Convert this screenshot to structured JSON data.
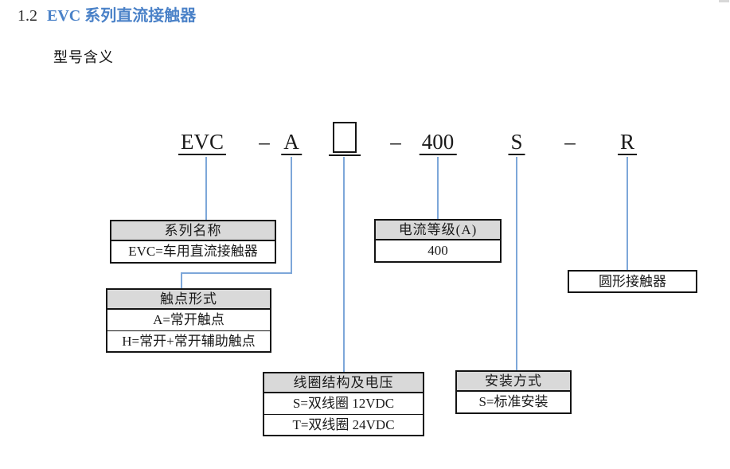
{
  "page": {
    "section_number": "1.2",
    "section_title": "EVC 系列直流接触器",
    "subtitle": "型号含义"
  },
  "model_code": {
    "series": "EVC",
    "dash1": "–",
    "contact": "A",
    "dash2": "–",
    "current": "400",
    "mounting": "S",
    "dash3": "–",
    "shape": "R"
  },
  "callouts": {
    "series": {
      "header": "系列名称",
      "rows": [
        "EVC=车用直流接触器"
      ]
    },
    "contact": {
      "header": "触点形式",
      "rows": [
        "A=常开触点",
        "H=常开+常开辅助触点"
      ]
    },
    "current": {
      "header": "电流等级(A)",
      "rows": [
        "400"
      ]
    },
    "shape": {
      "label": "圆形接触器"
    },
    "coil": {
      "header": "线圈结构及电压",
      "rows": [
        "S=双线圈 12VDC",
        "T=双线圈 24VDC"
      ]
    },
    "mounting": {
      "header": "安装方式",
      "rows": [
        "S=标准安装"
      ]
    }
  },
  "colors": {
    "title_blue": "#4b82c8",
    "connector_blue": "#7da7d9",
    "header_fill": "#d9d9d9",
    "line_black": "#141414"
  }
}
